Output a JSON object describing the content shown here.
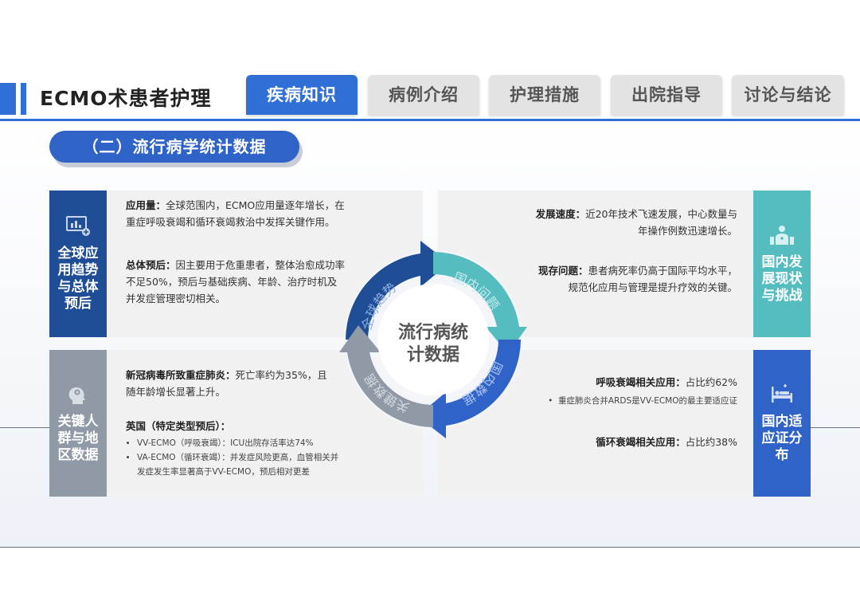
{
  "header": {
    "title": "ECMO术患者护理",
    "tabs": [
      {
        "label": "疾病知识",
        "active": true
      },
      {
        "label": "病例介绍",
        "active": false
      },
      {
        "label": "护理措施",
        "active": false
      },
      {
        "label": "出院指导",
        "active": false
      },
      {
        "label": "讨论与结论",
        "active": false
      }
    ]
  },
  "section": {
    "title": "（二）流行病学统计数据"
  },
  "colors": {
    "blue": "#2f6fd6",
    "navy": "#1f4e96",
    "teal": "#55bcc0",
    "gray": "#8f9aa6"
  },
  "quadrants": {
    "top_left": {
      "label": "全球应用趋势与总体预后",
      "icon": "chart-monitor-icon",
      "items": [
        {
          "heading": "应用量：",
          "text": "全球范围内，ECMO应用量逐年增长，在重症呼吸衰竭和循环衰竭救治中发挥关键作用。"
        },
        {
          "heading": "总体预后：",
          "text": "因主要用于危重患者，整体治愈成功率不足50%，预后与基础疾病、年龄、治疗时机及并发症管理密切相关。"
        }
      ]
    },
    "bottom_left": {
      "label": "关键人群与地区数据",
      "icon": "head-gear-icon",
      "item1": {
        "heading": "新冠病毒所致重症肺炎：",
        "text": "死亡率约为35%，且随年龄增长显著上升。"
      },
      "item2": {
        "heading": "英国（特定类型预后）：",
        "bullets": [
          "VV-ECMO（呼吸衰竭）：ICU出院存活率达74%",
          "VA-ECMO（循环衰竭）：并发症风险更高，血管相关并发症发生率显著高于VV-ECMO，预后相对更差"
        ]
      }
    },
    "top_right": {
      "label": "国内发展现状与挑战",
      "icon": "hospital-staff-icon",
      "items": [
        {
          "heading": "发展速度：",
          "text": "近20年技术飞速发展，中心数量与年操作例数迅速增长。"
        },
        {
          "heading": "现存问题：",
          "text": "患者病死率仍高于国际平均水平，规范化应用与管理是提升疗效的关键。"
        }
      ]
    },
    "bottom_right": {
      "label": "国内适应证分布",
      "icon": "hospital-bed-icon",
      "item1": {
        "heading": "呼吸衰竭相关应用：",
        "text": "占比约62%"
      },
      "item1_bullet": "重症肺炎合并ARDS是VV-ECMO的最主要适应证",
      "item2": {
        "heading": "循环衰竭相关应用：",
        "text": "占比约38%"
      }
    }
  },
  "cycle": {
    "center": [
      "流行病统",
      "计数据"
    ],
    "segments": [
      "全球趋势",
      "国内问题",
      "国内数据",
      "关键数据"
    ]
  }
}
